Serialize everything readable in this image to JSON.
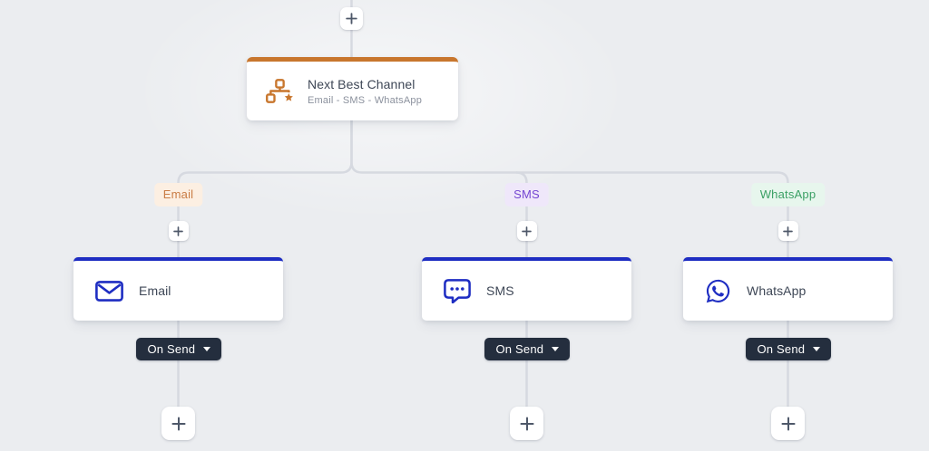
{
  "canvas": {
    "background_color": "#ebedf0",
    "connector_color": "#d6d9e0",
    "accent_blue": "#1e2dc2",
    "accent_orange": "#c8762d"
  },
  "root_node": {
    "icon": "sitemap-star-icon",
    "title": "Next Best Channel",
    "subtitle": "Email - SMS - WhatsApp"
  },
  "branches": [
    {
      "badge": {
        "label": "Email",
        "text_color": "#c97c45",
        "bg_color": "#fcefe2"
      },
      "card": {
        "label": "Email",
        "icon": "envelope-icon",
        "accent_color": "#1e2dc2"
      },
      "trigger": {
        "label": "On Send",
        "icon": "caret-down-icon",
        "bg_color": "#242e3e"
      }
    },
    {
      "badge": {
        "label": "SMS",
        "text_color": "#7445d2",
        "bg_color": "#efe7fa"
      },
      "card": {
        "label": "SMS",
        "icon": "sms-bubble-icon",
        "accent_color": "#1e2dc2"
      },
      "trigger": {
        "label": "On Send",
        "icon": "caret-down-icon",
        "bg_color": "#242e3e"
      }
    },
    {
      "badge": {
        "label": "WhatsApp",
        "text_color": "#3ba065",
        "bg_color": "#e7f6ed"
      },
      "card": {
        "label": "WhatsApp",
        "icon": "whatsapp-icon",
        "accent_color": "#1e2dc2"
      },
      "trigger": {
        "label": "On Send",
        "icon": "caret-down-icon",
        "bg_color": "#242e3e"
      }
    }
  ]
}
